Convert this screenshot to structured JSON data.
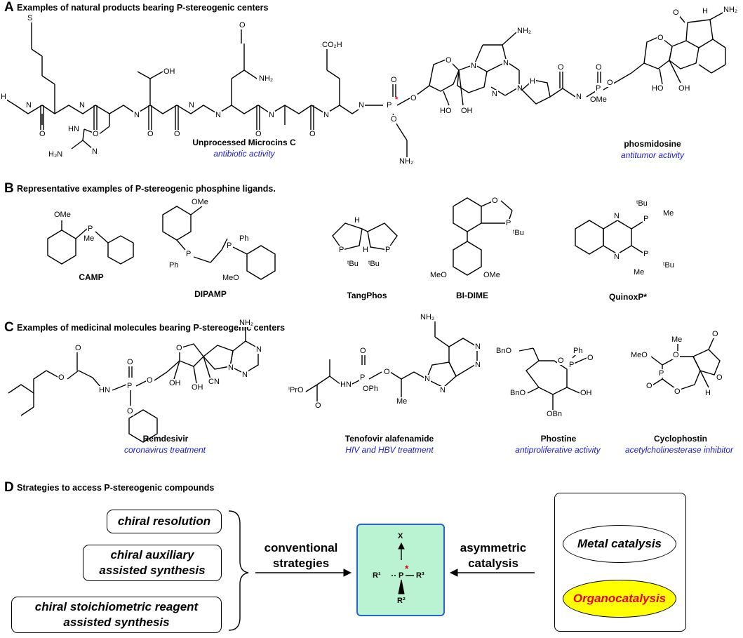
{
  "sectionA": {
    "letter": "A",
    "title": "Examples of natural products bearing P-stereogenic centers",
    "mol1": {
      "name": "Unprocessed Microcins C",
      "activity": "antibiotic activity"
    },
    "mol2": {
      "name": "phosmidosine",
      "activity": "antitumor activity"
    },
    "atoms": {
      "s": "S",
      "h": "H",
      "nh": "N",
      "o": "O",
      "oh": "OH",
      "nh2": "NH₂",
      "co2h": "CO₂H",
      "p": "P",
      "ho": "HO",
      "h2n": "H₂N",
      "ome": "OMe",
      "n": "N",
      "hn": "HN",
      "nh_top": "H"
    },
    "star": "*"
  },
  "sectionB": {
    "letter": "B",
    "title": "Representative examples of P-stereogenic phosphine ligands.",
    "ligands": [
      "CAMP",
      "DIPAMP",
      "TangPhos",
      "BI-DIME",
      "QuinoxP*"
    ],
    "atoms": {
      "ome": "OMe",
      "p": "P",
      "me": "Me",
      "ph": "Ph",
      "meo": "MeO",
      "h": "H",
      "tbu": "ᵗBu",
      "o": "O",
      "n": "N"
    }
  },
  "sectionC": {
    "letter": "C",
    "title": "Examples of medicinal molecules bearing P-stereogenic centers",
    "molecules": [
      {
        "name": "Remdesivir",
        "activity": "coronavirus treatment"
      },
      {
        "name": "Tenofovir alafenamide",
        "activity": "HIV and HBV treatment"
      },
      {
        "name": "Phostine",
        "activity": "antiproliferative activity"
      },
      {
        "name": "Cyclophostin",
        "activity": "acetylcholinesterase inhibitor"
      }
    ],
    "atoms": {
      "nh2": "NH₂",
      "o": "O",
      "hn": "HN",
      "p": "P",
      "n": "N",
      "oh": "OH",
      "cn": "CN",
      "ipro": "ⁱPrO",
      "oph": "OPh",
      "me": "Me",
      "bno": "BnO",
      "obn": "OBn",
      "ph": "Ph",
      "meo": "MeO",
      "h": "H",
      "nh": "N"
    }
  },
  "sectionD": {
    "letter": "D",
    "title": "Strategies to access P-stereogenic compounds",
    "conventional_methods": [
      [
        "chiral resolution"
      ],
      [
        "chiral auxiliary",
        "assisted synthesis"
      ],
      [
        "chiral stoichiometric reagent",
        "assisted synthesis"
      ]
    ],
    "conventional_label": [
      "conventional",
      "strategies"
    ],
    "asymmetric_label": [
      "asymmetric",
      "catalysis"
    ],
    "catalysis_types": [
      "Metal catalysis",
      "Organocatalysis"
    ],
    "center": {
      "x": "X",
      "p": "P",
      "r1": "R¹",
      "r2": "R²",
      "r3": "R³",
      "star": "*"
    },
    "colors": {
      "center_fill": "#b9f3d2",
      "center_border": "#2a64c9",
      "organo_fill": "#ffff00",
      "organo_text": "#e8001c",
      "activity_text": "#1a1ad6",
      "star": "#e8001c"
    }
  }
}
